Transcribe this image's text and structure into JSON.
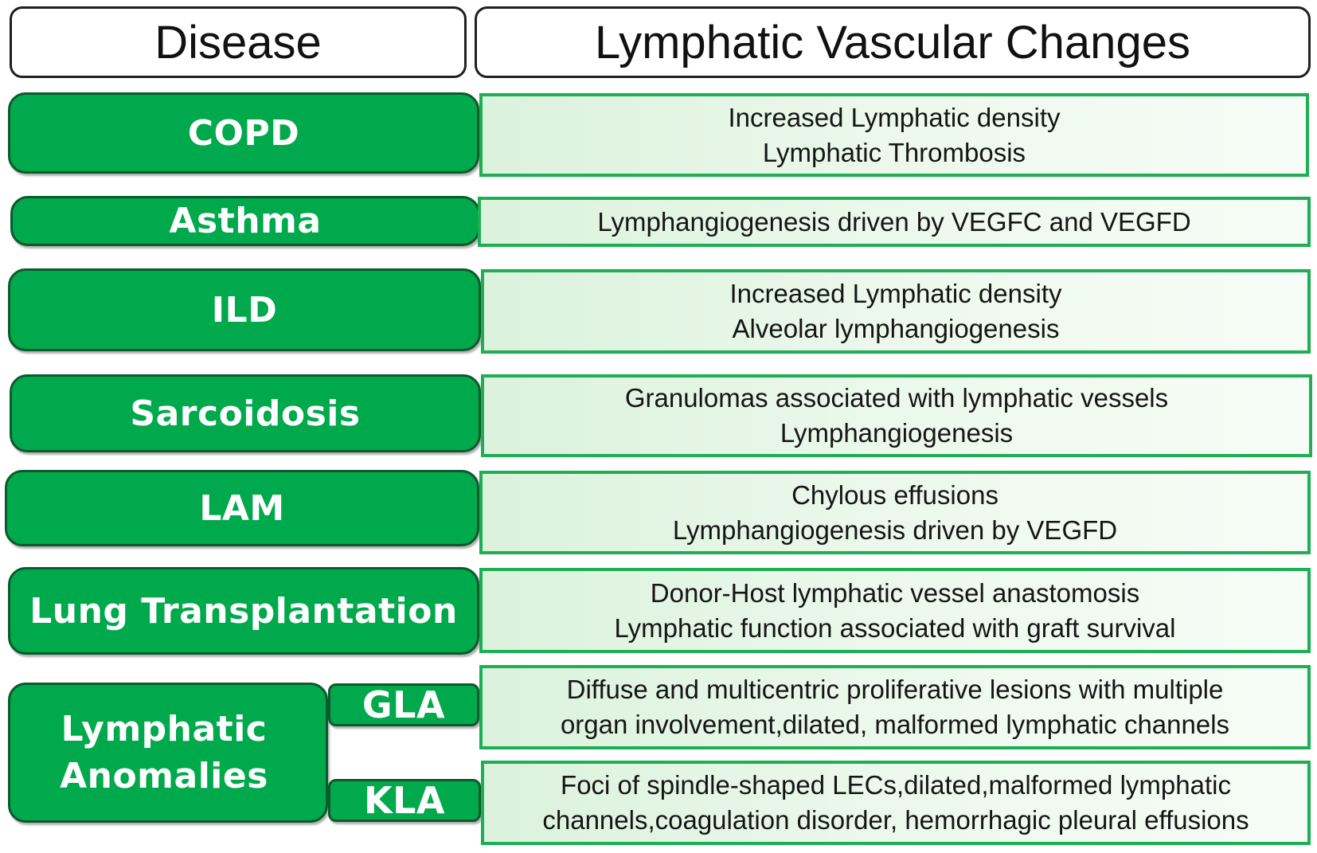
{
  "headers": {
    "disease": "Disease",
    "changes": "Lymphatic Vascular Changes"
  },
  "rows": [
    {
      "disease": "COPD",
      "lines": [
        "Increased Lymphatic density",
        "Lymphatic Thrombosis"
      ]
    },
    {
      "disease": "Asthma",
      "lines": [
        "Lymphangiogenesis driven by VEGFC and VEGFD"
      ]
    },
    {
      "disease": "ILD",
      "lines": [
        "Increased Lymphatic density",
        "Alveolar lymphangiogenesis"
      ]
    },
    {
      "disease": "Sarcoidosis",
      "lines": [
        "Granulomas associated with lymphatic vessels",
        "Lymphangiogenesis"
      ]
    },
    {
      "disease": "LAM",
      "lines": [
        "Chylous effusions",
        "Lymphangiogenesis driven by VEGFD"
      ]
    },
    {
      "disease": "Lung Transplantation",
      "lines": [
        "Donor-Host lymphatic vessel anastomosis",
        "Lymphatic function associated with graft survival"
      ]
    }
  ],
  "anomalies": {
    "label_lines": [
      "Lymphatic",
      "Anomalies"
    ],
    "subs": [
      {
        "label": "GLA",
        "lines": [
          "Diffuse and multicentric proliferative lesions with multiple",
          "organ involvement,dilated, malformed lymphatic channels"
        ]
      },
      {
        "label": "KLA",
        "lines": [
          "Foci of spindle-shaped LECs,dilated,malformed lymphatic",
          "channels,coagulation disorder, hemorrhagic pleural effusions"
        ]
      }
    ]
  },
  "colors": {
    "disease_fill": "#00a94c",
    "disease_border": "#0c5a2c",
    "change_border": "#1eaf55",
    "change_fill": "#e6f6e6"
  }
}
